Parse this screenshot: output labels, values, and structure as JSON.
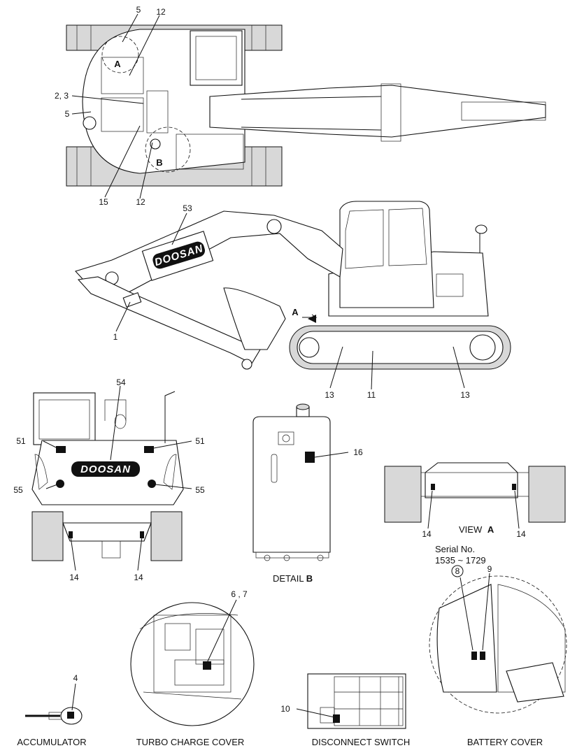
{
  "callouts": {
    "c5_top": "5",
    "c12_top": "12",
    "c23": "2, 3",
    "c5_left": "5",
    "c15": "15",
    "c12_bottom": "12",
    "cA_top": "A",
    "cB_top": "B",
    "c53": "53",
    "c1": "1",
    "cA_side": "A",
    "c13_left": "13",
    "c11": "11",
    "c13_right": "13",
    "c54": "54",
    "c51_left": "51",
    "c51_right": "51",
    "c55_left": "55",
    "c55_right": "55",
    "c14_rl": "14",
    "c14_rr": "14",
    "c16": "16",
    "c14_vl": "14",
    "c14_vr": "14",
    "c67": "6 , 7",
    "c4": "4",
    "c10": "10",
    "c8": "8",
    "c9": "9"
  },
  "brand": {
    "boom_logo": "DOOSAN",
    "rear_logo": "DOOSAN"
  },
  "captions": {
    "detail_b_prefix": "DETAIL",
    "detail_b_letter": "B",
    "view_a_prefix": "VIEW",
    "view_a_letter": "A",
    "accumulator": "ACCUMULATOR",
    "turbo": "TURBO CHARGE COVER",
    "disconnect": "DISCONNECT SWITCH",
    "battery": "BATTERY COVER",
    "serial_label": "Serial No.",
    "serial_range": "1535 ~ 1729"
  }
}
